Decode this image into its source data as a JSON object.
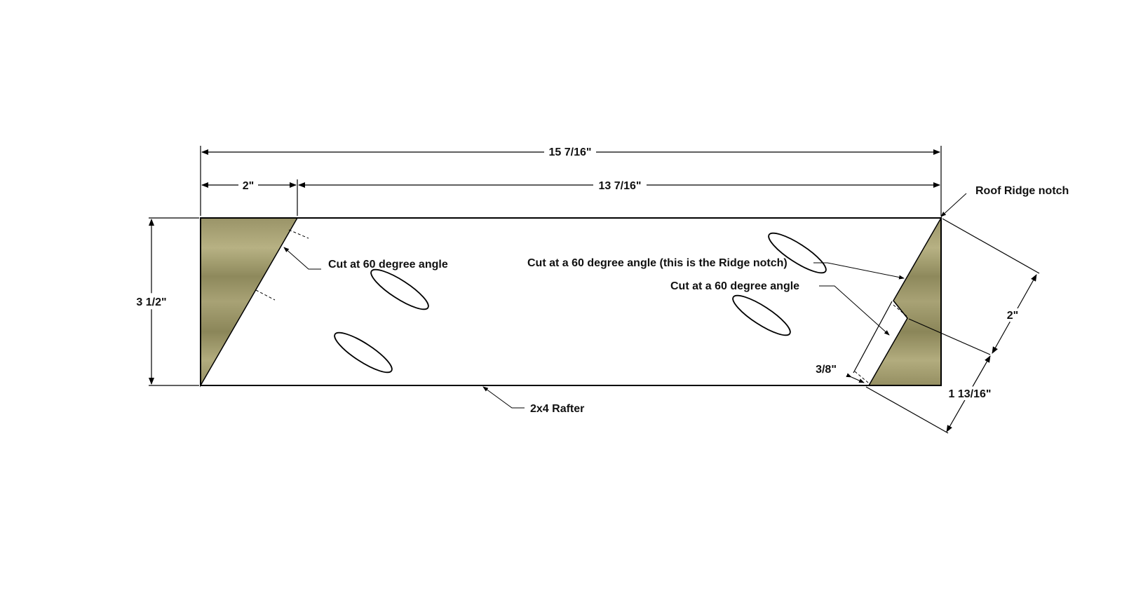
{
  "dimensions": {
    "overall_length": "15 7/16\"",
    "left_offset": "2\"",
    "remaining_length": "13 7/16\"",
    "height": "3 1/2\"",
    "notch_depth": "2\"",
    "notch_remainder": "1 13/16\"",
    "notch_small": "3/8\""
  },
  "labels": {
    "roof_ridge_notch": "Roof Ridge notch",
    "cut_left": "Cut at 60 degree angle",
    "cut_ridge": "Cut at a 60 degree angle (this is the Ridge notch)",
    "cut_right": "Cut at a 60 degree angle",
    "part_name": "2x4 Rafter"
  },
  "colors": {
    "wood": "#8f8a5c",
    "wood_light": "#b9b488",
    "line": "#000000",
    "board": "#ffffff"
  }
}
